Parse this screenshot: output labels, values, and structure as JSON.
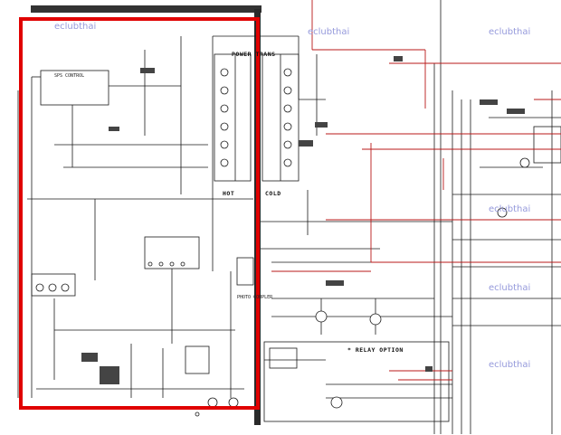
{
  "watermark": {
    "text": "eclubthai",
    "color": "#8a8fd8"
  },
  "labels": {
    "pwr_trans": "POWER TRANS",
    "hot": "HOT",
    "cold": "COLD",
    "relay_option": "* RELAY OPTION",
    "photo_coupler": "PHOTO COUPLER",
    "sps_control": "SPS CONTROL"
  },
  "colors": {
    "highlight_box": "#e00000",
    "wire_dark": "#1a1a1a",
    "wire_red": "#b81818",
    "hot_cold_divider": "#222222",
    "background": "#ffffff"
  }
}
